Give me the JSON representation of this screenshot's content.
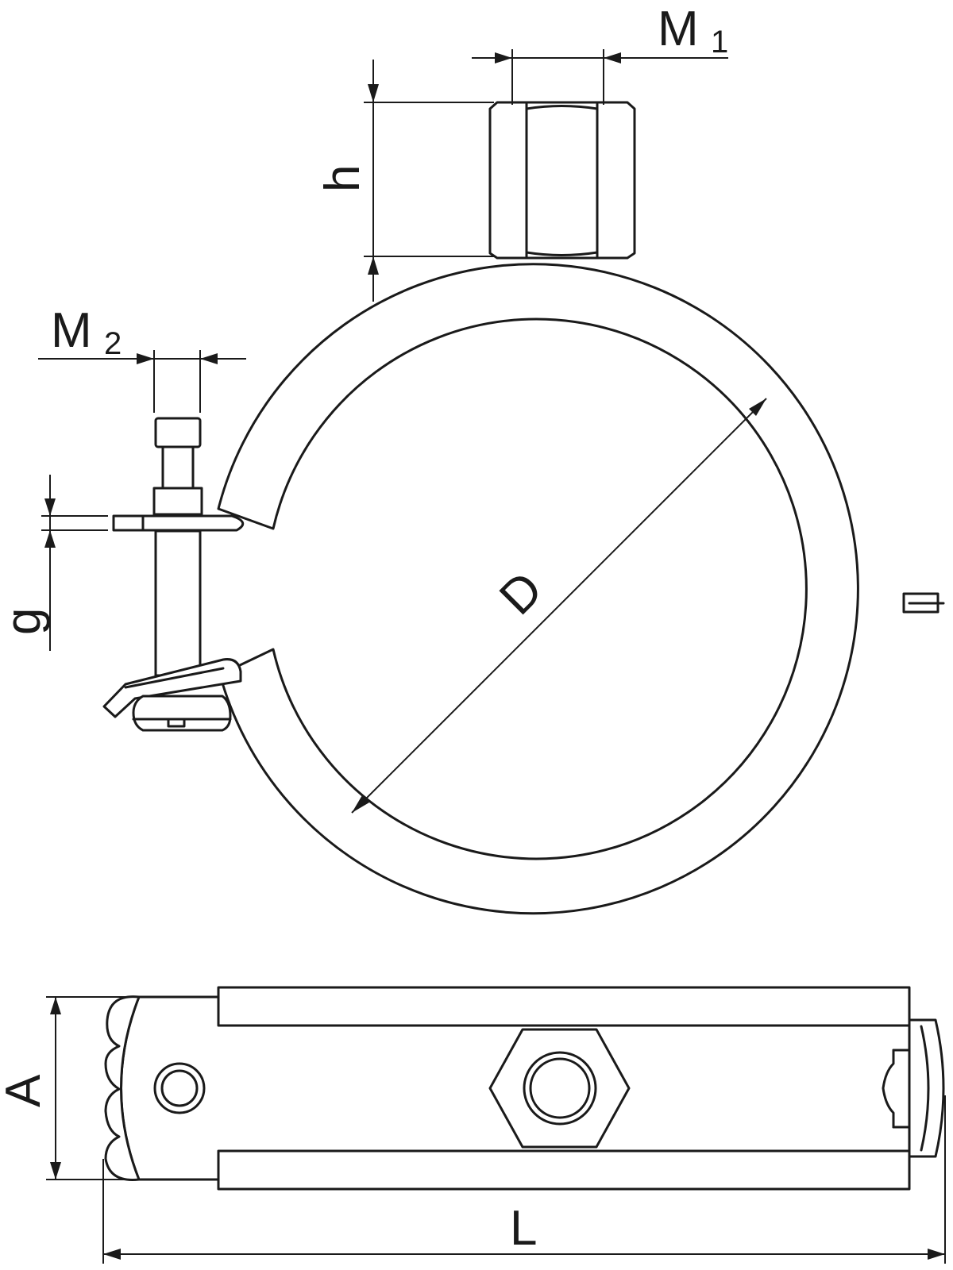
{
  "labels": {
    "m1_main": "M",
    "m1_sub": "1",
    "m2_main": "M",
    "m2_sub": "2",
    "h": "h",
    "g": "g",
    "d": "D",
    "a": "A",
    "l": "L"
  },
  "colors": {
    "stroke": "#1a1a1a",
    "background": "#ffffff"
  }
}
